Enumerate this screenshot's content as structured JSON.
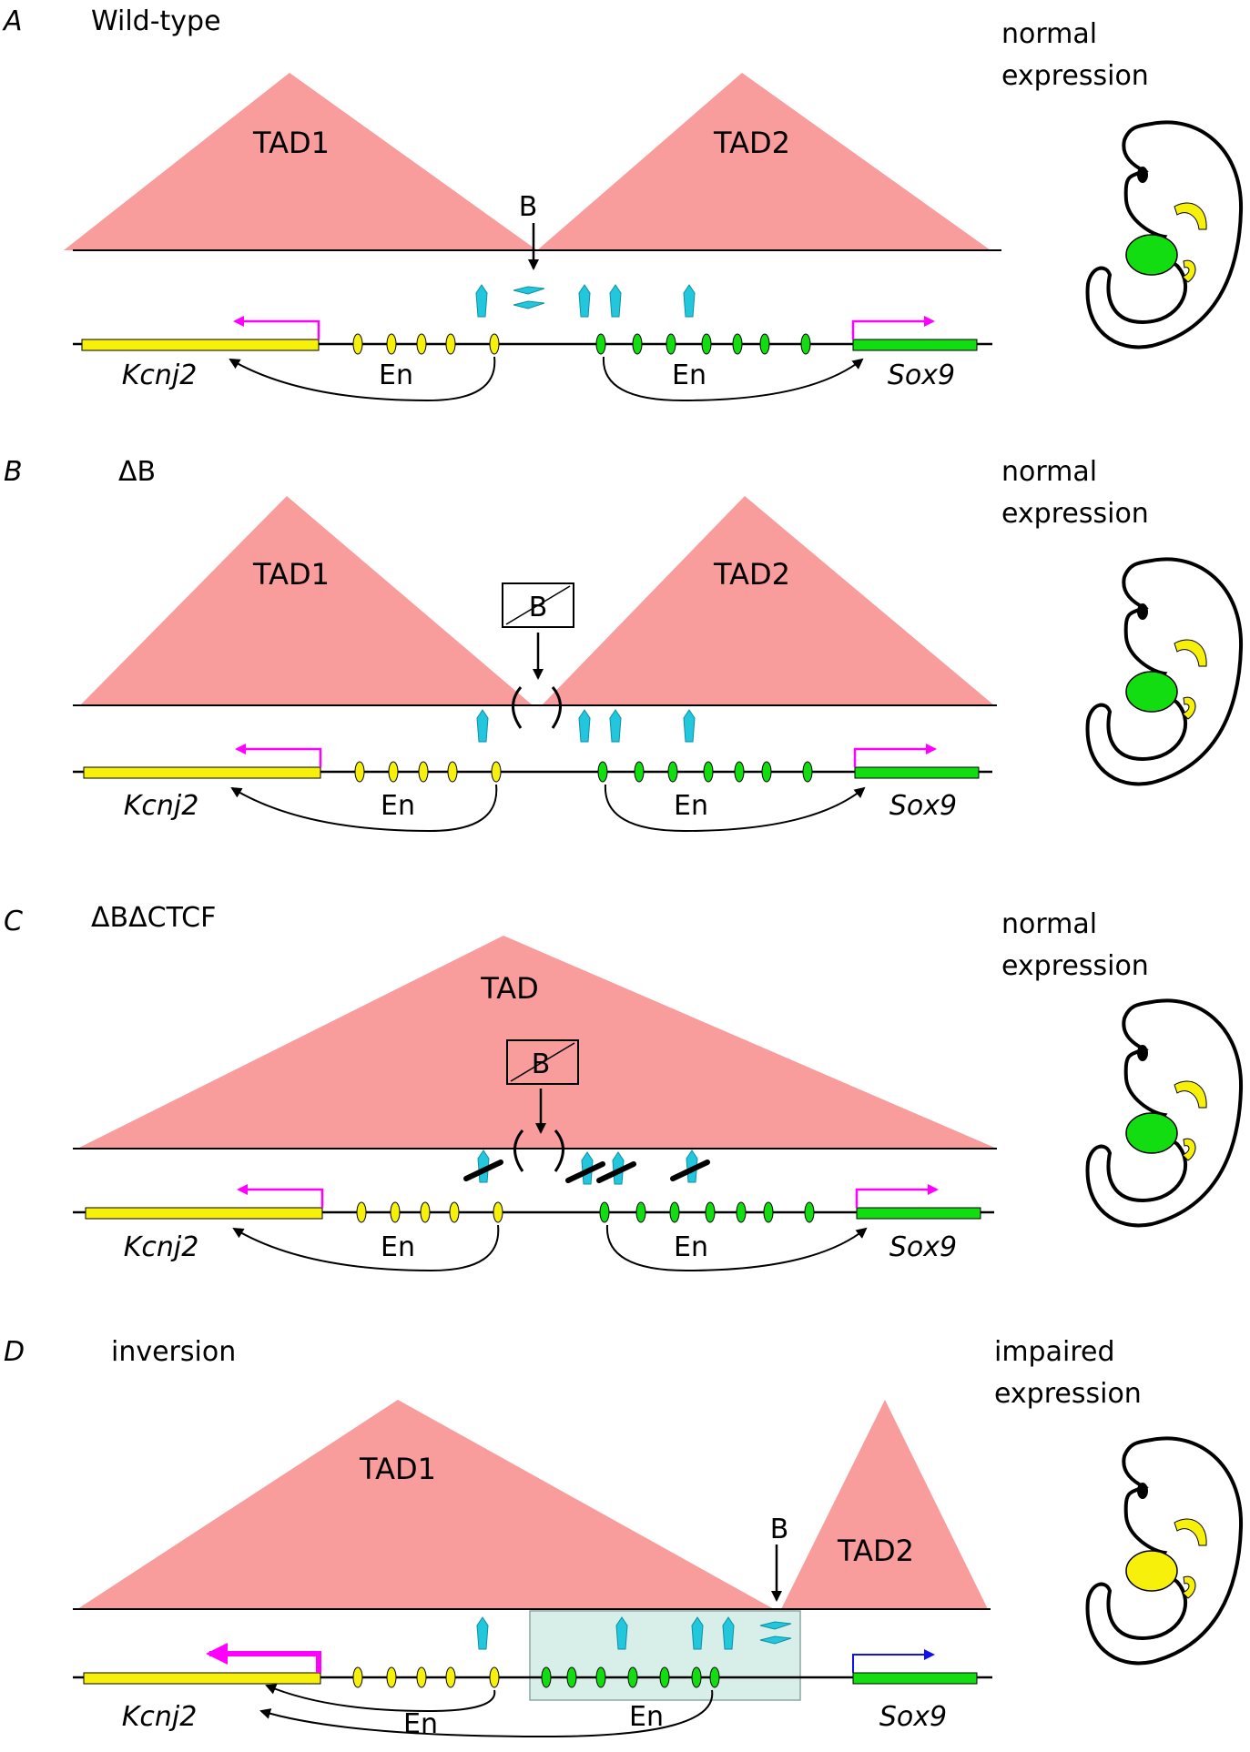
{
  "colors": {
    "tad": "#f89c9c",
    "ctcf": "#22c7dd",
    "ctcf_stroke": "#0e8fa3",
    "enh_yellow": "#f6f00a",
    "enh_green": "#11dd11",
    "gene_yellow": "#f6f00a",
    "gene_green": "#11dd11",
    "promoter_arrow": "#ff00ff",
    "impaired_arrow": "#1111ee",
    "inversion_box": "#d8eee8"
  },
  "panels": [
    {
      "id": "A",
      "letter": "A",
      "title": "Wild-type",
      "tads": [
        {
          "label": "TAD1"
        },
        {
          "label": "TAD2"
        }
      ],
      "boundary_label": "B",
      "boundary_deleted": false,
      "enhancer_label_left": "En",
      "enhancer_label_right": "En",
      "gene_left": "Kcnj2",
      "gene_right": "Sox9",
      "outcome_line1": "normal",
      "outcome_line2": "expression",
      "embryo_limb_color": "green"
    },
    {
      "id": "B",
      "letter": "B",
      "title": "ΔB",
      "tads": [
        {
          "label": "TAD1"
        },
        {
          "label": "TAD2"
        }
      ],
      "boundary_label": "B",
      "boundary_deleted": true,
      "enhancer_label_left": "En",
      "enhancer_label_right": "En",
      "gene_left": "Kcnj2",
      "gene_right": "Sox9",
      "outcome_line1": "normal",
      "outcome_line2": "expression",
      "embryo_limb_color": "green"
    },
    {
      "id": "C",
      "letter": "C",
      "title": "ΔBΔCTCF",
      "tads": [
        {
          "label": "TAD"
        }
      ],
      "boundary_label": "B",
      "boundary_deleted": true,
      "ctcf_deleted": true,
      "enhancer_label_left": "En",
      "enhancer_label_right": "En",
      "gene_left": "Kcnj2",
      "gene_right": "Sox9",
      "outcome_line1": "normal",
      "outcome_line2": "expression",
      "embryo_limb_color": "green"
    },
    {
      "id": "D",
      "letter": "D",
      "title": "inversion",
      "tads": [
        {
          "label": "TAD1"
        },
        {
          "label": "TAD2"
        }
      ],
      "boundary_label": "B",
      "boundary_deleted": false,
      "enhancer_label_left": "En",
      "enhancer_label_right": "En",
      "gene_left": "Kcnj2",
      "gene_right": "Sox9",
      "outcome_line1": "impaired",
      "outcome_line2": "expression",
      "embryo_limb_color": "yellow"
    }
  ]
}
